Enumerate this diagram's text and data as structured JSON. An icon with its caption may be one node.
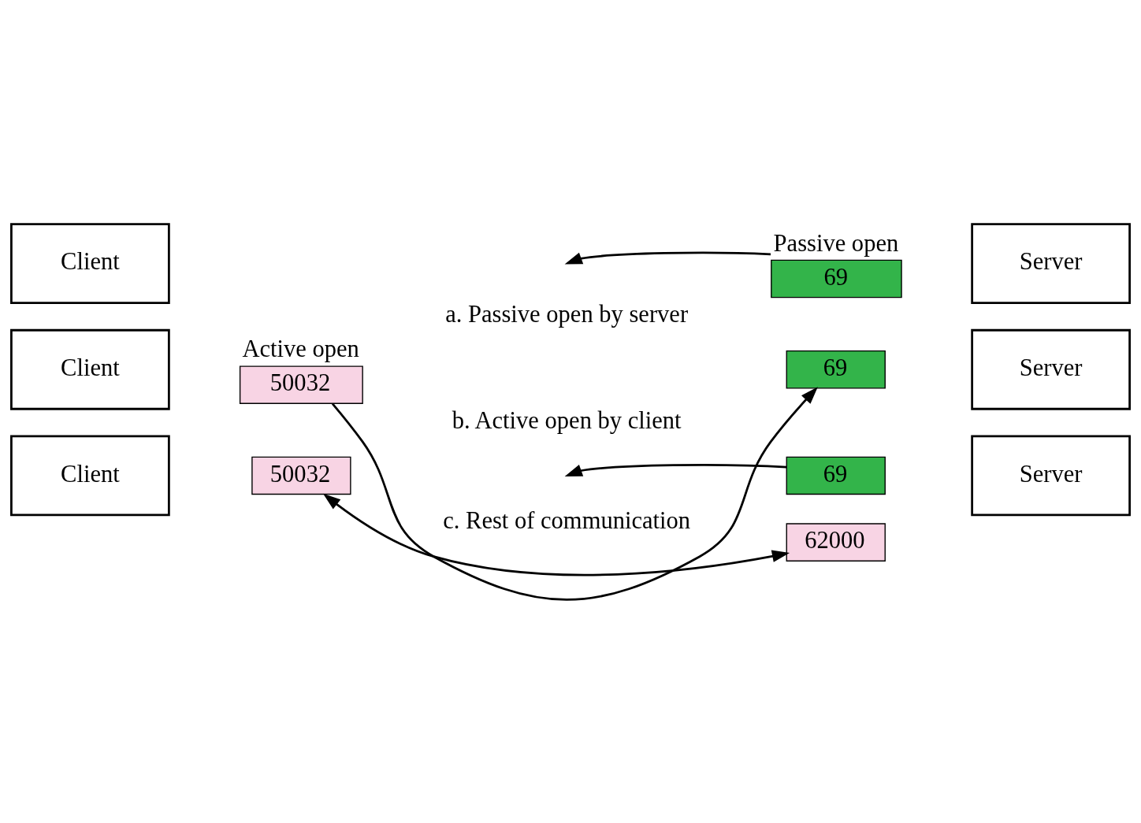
{
  "diagram": {
    "nodes": [
      {
        "text": [
          "Client"
        ]
      },
      {
        "text": [
          "Server"
        ]
      },
      {
        "text": [
          "69"
        ],
        "beside": [
          "Passive open"
        ]
      },
      {
        "text": [
          "Client"
        ]
      },
      {
        "text": [
          "50032"
        ],
        "beside": [
          "Active open"
        ]
      },
      {
        "text": [
          "69"
        ]
      },
      {
        "text": [
          "Server"
        ]
      },
      {
        "text": [
          "Client"
        ]
      },
      {
        "text": [
          "50032"
        ]
      },
      {
        "text": [
          "69"
        ]
      },
      {
        "text": [
          "62000"
        ]
      },
      {
        "text": [
          "Server"
        ]
      }
    ],
    "edges": [
      {
        "from": 2,
        "to": null,
        "arrow": "to"
      },
      {
        "from": 4,
        "to": 5,
        "arrow": "to"
      },
      {
        "from": 9,
        "to": null,
        "arrow": "to"
      },
      {
        "from": 8,
        "to": 10,
        "arrow": "both"
      }
    ],
    "labels": [
      "a. Passive open by server",
      "b. Active open by client",
      "c. Rest of communication"
    ]
  }
}
